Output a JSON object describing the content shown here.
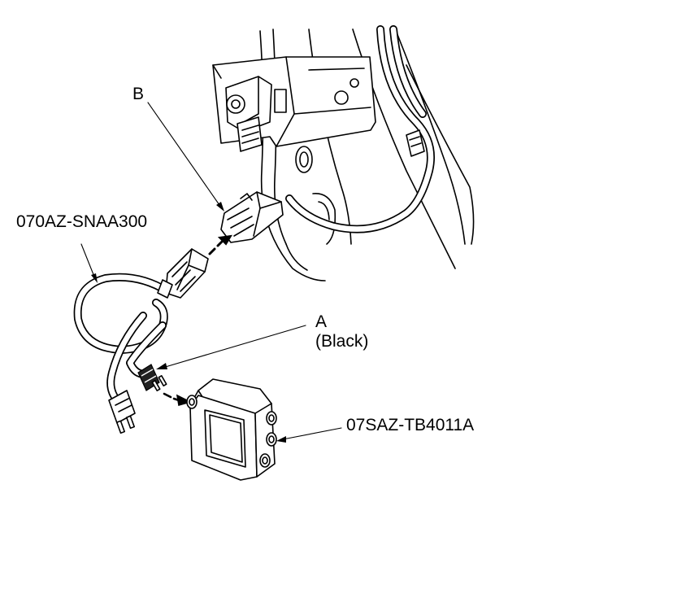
{
  "labels": {
    "connector_b": "B",
    "harness_tool": "070AZ-SNAA300",
    "connector_a": "A",
    "connector_a_color": "(Black)",
    "test_box": "07SAZ-TB4011A"
  }
}
